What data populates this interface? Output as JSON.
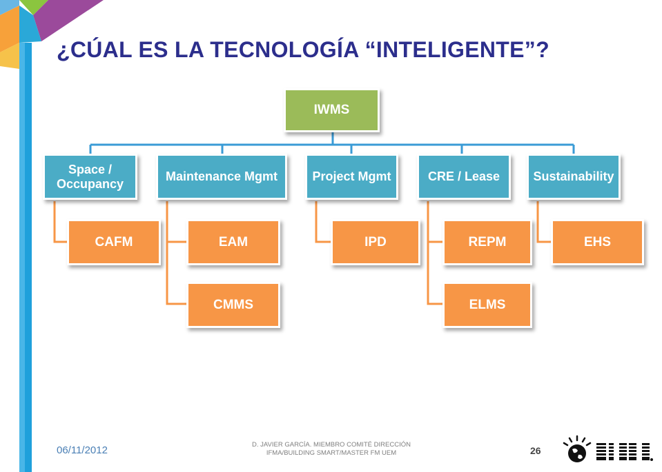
{
  "slide": {
    "title": "¿CÚAL ES LA TECNOLOGÍA “INTELIGENTE”?",
    "footer": {
      "date": "06/11/2012",
      "credit_line1": "D. JAVIER GARCÍA. MIEMBRO COMITÉ DIRECCIÓN",
      "credit_line2": "IFMA/BUILDING SMART/MASTER FM UEM",
      "page_number": "26"
    },
    "logo": {
      "icon": "ibm-smarter-planet-logo",
      "text": "IBM"
    }
  },
  "org_chart": {
    "root": "IWMS",
    "categories": [
      {
        "label": "Space / Occupancy",
        "children": [
          "CAFM"
        ]
      },
      {
        "label": "Maintenance Mgmt",
        "children": [
          "EAM",
          "CMMS"
        ]
      },
      {
        "label": "Project Mgmt",
        "children": [
          "IPD"
        ]
      },
      {
        "label": "CRE / Lease",
        "children": [
          "REPM",
          "ELMS"
        ]
      },
      {
        "label": "Sustainability",
        "children": [
          "EHS"
        ]
      }
    ]
  },
  "colors": {
    "title": "#2c2e8c",
    "root_box": "#9bbb59",
    "category_box": "#4bacc6",
    "leaf_box": "#f79646",
    "connector_blue": "#3a9bd6",
    "connector_orange": "#f79646"
  }
}
